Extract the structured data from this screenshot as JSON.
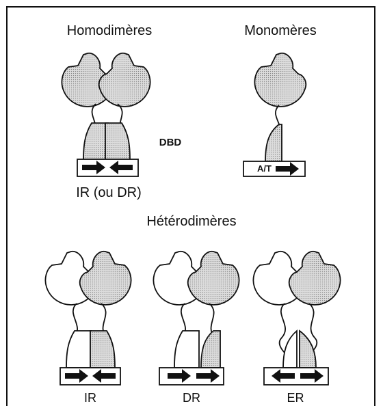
{
  "labels": {
    "homodimeres": "Homodimères",
    "monomeres": "Monomères",
    "dbd": "DBD",
    "ir_ou_dr": "IR (ou DR)",
    "heterodimeres": "Hétérodimères",
    "ir": "IR",
    "dr": "DR",
    "er": "ER",
    "monomer_box": "A/T"
  },
  "colors": {
    "line": "#111111",
    "shade": "#d2d2d2",
    "background": "#ffffff"
  },
  "icons": [
    "arrow-right-icon",
    "arrow-left-icon"
  ]
}
